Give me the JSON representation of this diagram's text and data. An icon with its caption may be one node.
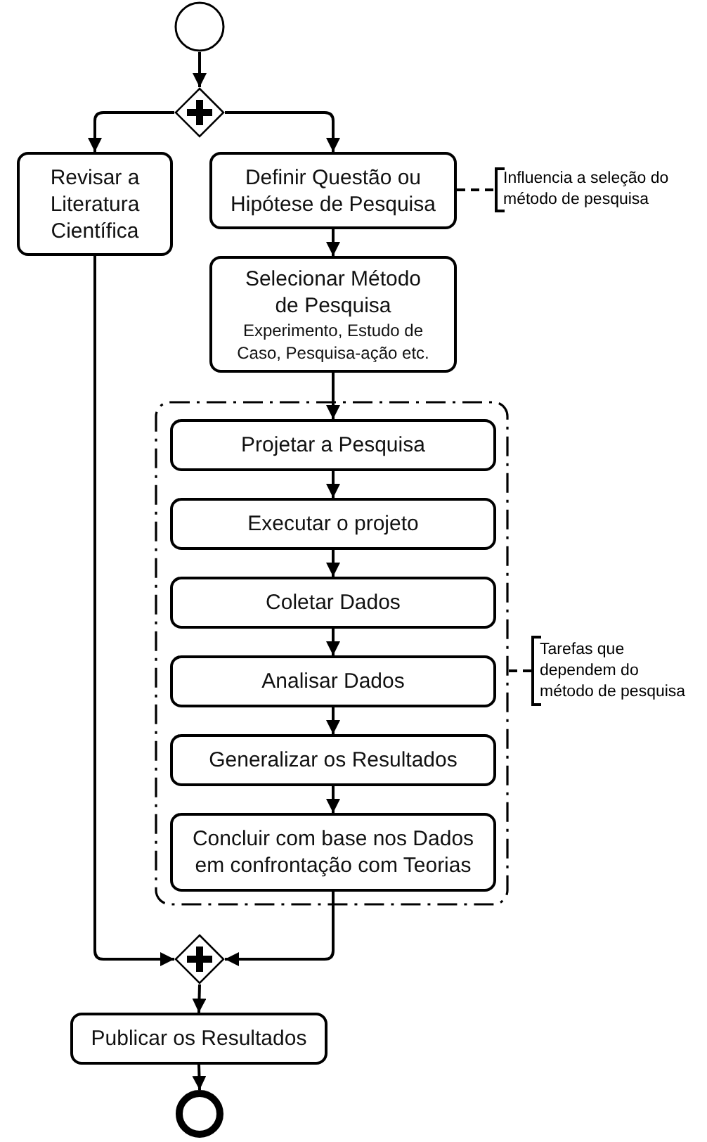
{
  "diagram": {
    "nodes": [
      {
        "text": [],
        "shape": "circle"
      },
      {
        "text": [],
        "shape": "diamond"
      },
      {
        "text": [
          "Revisar a Literatura Científica"
        ]
      },
      {
        "text": [
          "Definir Questão ou Hipótese de Pesquisa"
        ]
      },
      {
        "text": [
          "Selecionar Método de Pesquisa",
          "Experimento, Estudo de Caso, Pesquisa-ação etc."
        ]
      },
      {
        "text": [],
        "shape": "box"
      },
      {
        "text": [
          "Projetar a Pesquisa"
        ],
        "in": 5
      },
      {
        "text": [
          "Executar o projeto"
        ],
        "in": 5
      },
      {
        "text": [
          "Coletar Dados"
        ],
        "in": 5
      },
      {
        "text": [
          "Analisar Dados"
        ],
        "in": 5
      },
      {
        "text": [
          "Generalizar os Resultados"
        ],
        "in": 5
      },
      {
        "text": [
          "Concluir com base nos Dados em confrontação com Teorias"
        ],
        "in": 5
      },
      {
        "text": [],
        "shape": "diamond"
      },
      {
        "text": [
          "Publicar os Resultados"
        ]
      },
      {
        "text": [],
        "shape": "circle"
      },
      {
        "text": [
          "Influencia a seleção do método de pesquisa"
        ]
      },
      {
        "text": [
          "Tarefas que dependem do método de pesquisa"
        ]
      }
    ],
    "edges": [
      {
        "from": 0,
        "to": 1,
        "arrow": "to"
      },
      {
        "from": 1,
        "to": 2,
        "arrow": "to"
      },
      {
        "from": 1,
        "to": 3,
        "arrow": "to"
      },
      {
        "from": 3,
        "to": 4,
        "arrow": "to"
      },
      {
        "from": 4,
        "to": 6,
        "arrow": "to"
      },
      {
        "from": 6,
        "to": 7,
        "arrow": "to"
      },
      {
        "from": 7,
        "to": 8,
        "arrow": "to"
      },
      {
        "from": 8,
        "to": 9,
        "arrow": "to"
      },
      {
        "from": 9,
        "to": 10,
        "arrow": "to"
      },
      {
        "from": 10,
        "to": 11,
        "arrow": "to"
      },
      {
        "from": 2,
        "to": 12,
        "arrow": "to"
      },
      {
        "from": 11,
        "to": 12,
        "arrow": "to"
      },
      {
        "from": 12,
        "to": 13,
        "arrow": "to"
      },
      {
        "from": 13,
        "to": 14,
        "arrow": "to"
      },
      {
        "from": 3,
        "to": 15,
        "arrow": "none",
        "style": "dashed"
      },
      {
        "from": 5,
        "to": 16,
        "arrow": "none",
        "style": "dashed"
      }
    ]
  }
}
